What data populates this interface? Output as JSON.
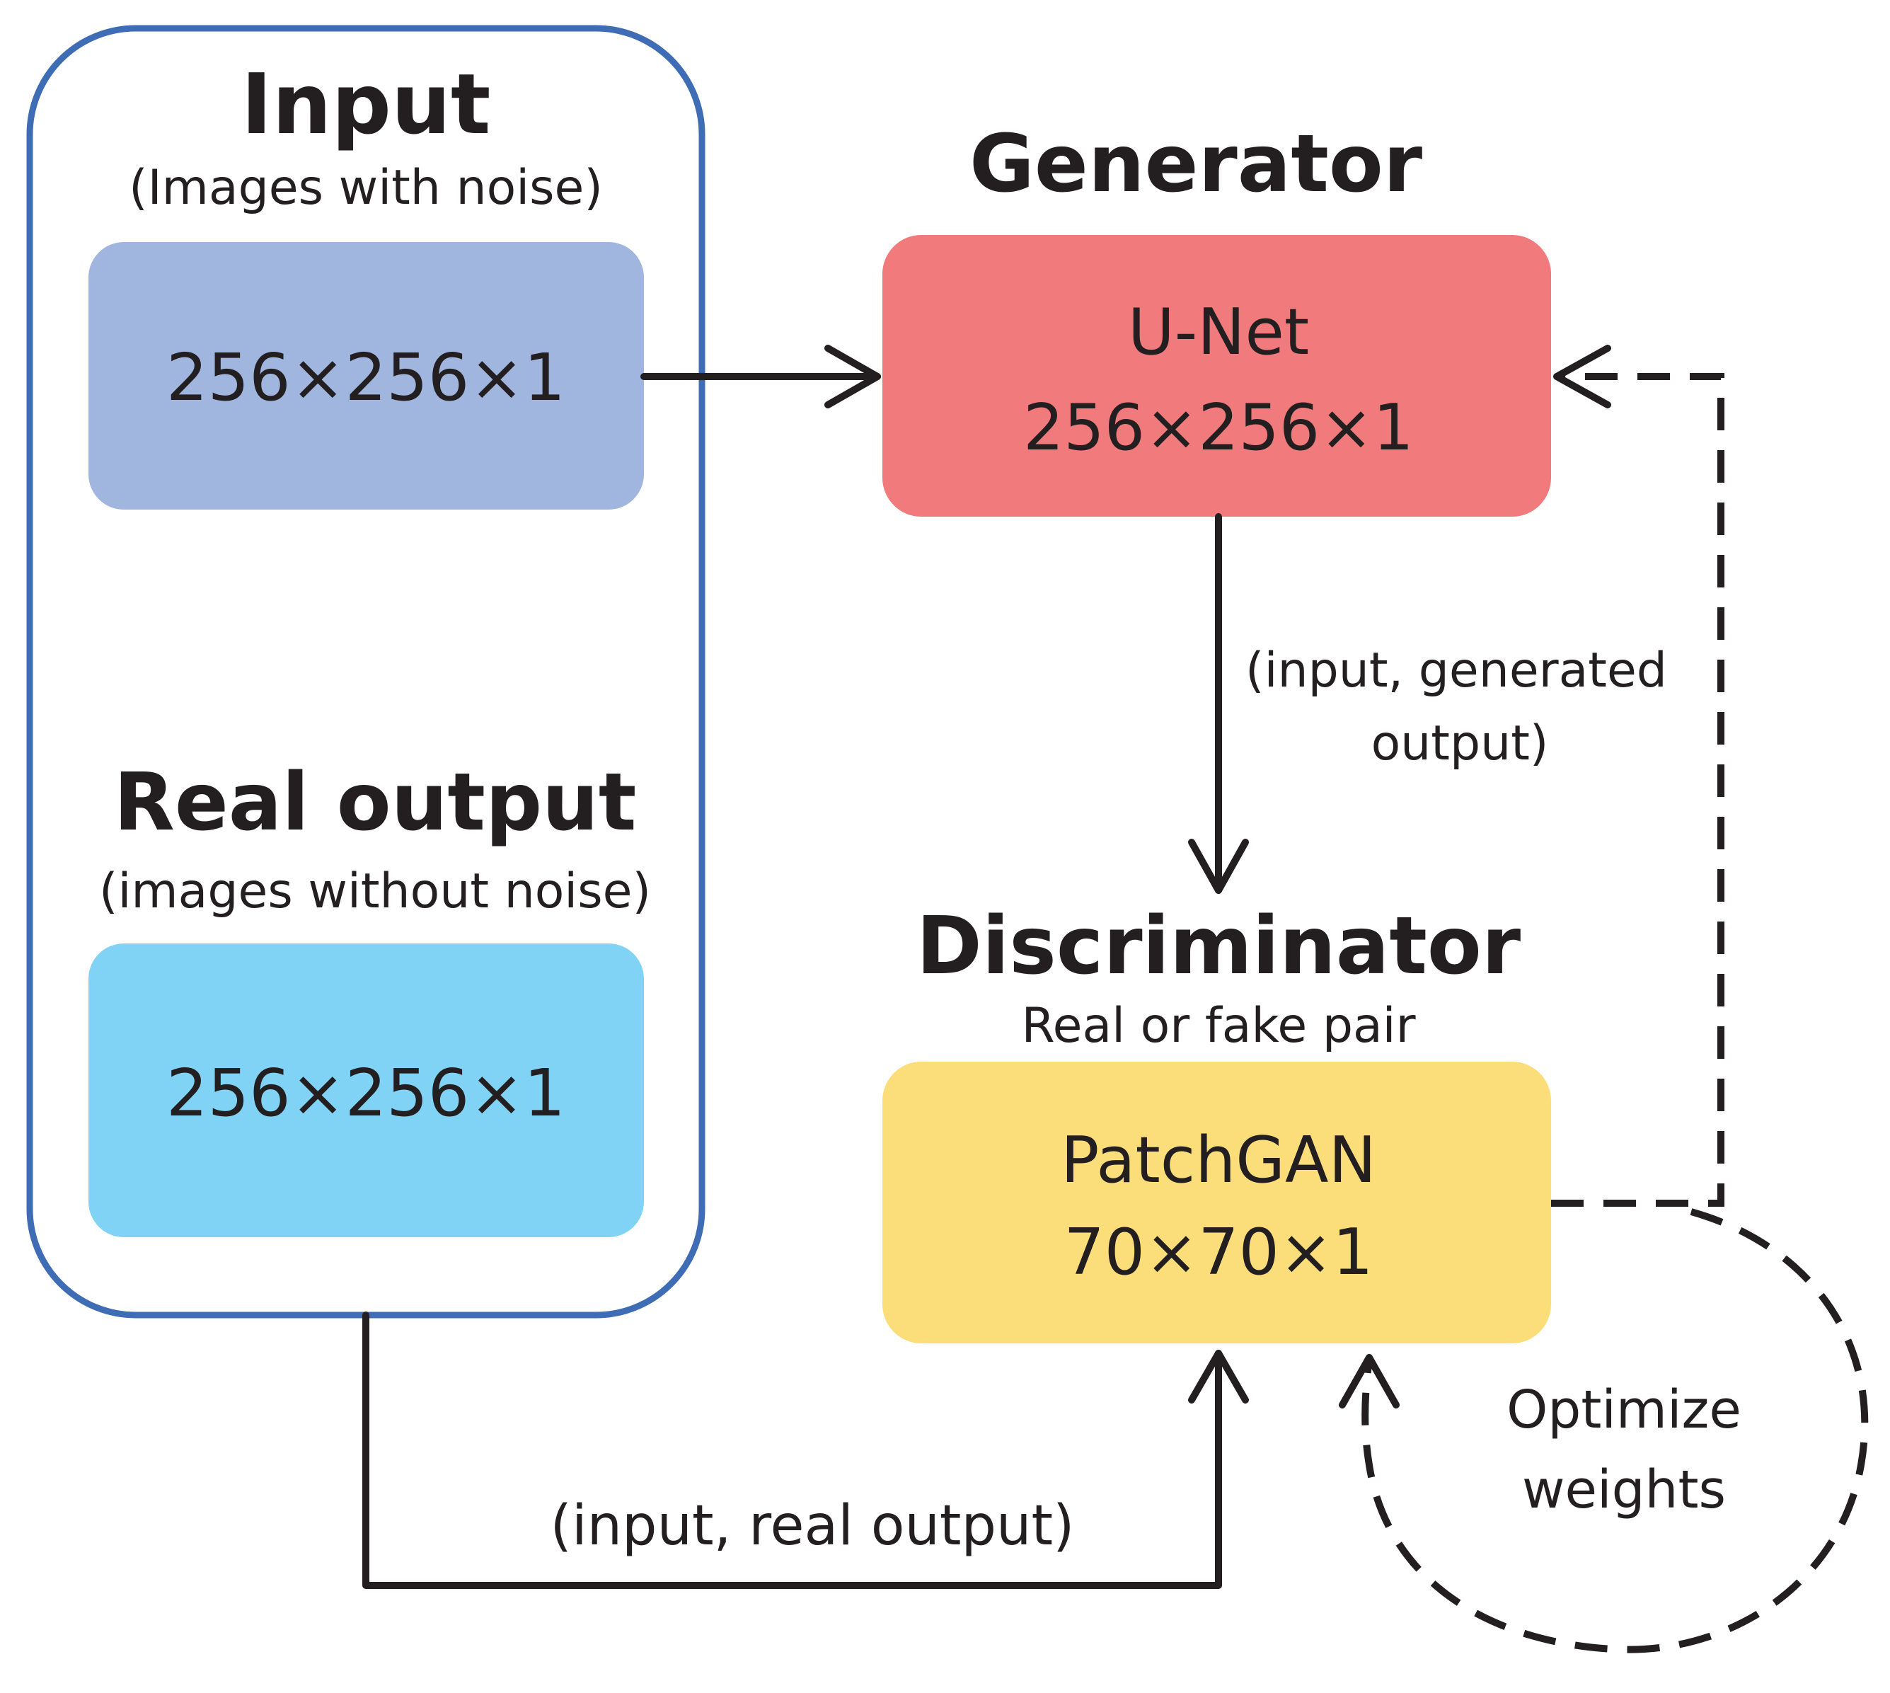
{
  "colors": {
    "input_frame": "#3e6db5",
    "input_box": "#a0b6de",
    "real_output_box": "#80d3f4",
    "generator_box": "#f17a7c",
    "discriminator_box": "#fbde7a",
    "line": "#231f20",
    "text": "#231f20"
  },
  "input": {
    "title": "Input",
    "subtitle": "(Images with noise)",
    "box_label": "256×256×1"
  },
  "real_output": {
    "title": "Real output",
    "subtitle": "(images without noise)",
    "box_label": "256×256×1"
  },
  "generator": {
    "title": "Generator",
    "box_line1": "U-Net",
    "box_line2": "256×256×1"
  },
  "discriminator": {
    "title": "Discriminator",
    "subtitle": "Real or fake pair",
    "box_line1": "PatchGAN",
    "box_line2": "70×70×1"
  },
  "edges": {
    "generated_pair_line1": "(input, generated",
    "generated_pair_line2": "output)",
    "real_pair": "(input, real output)",
    "optimize_line1": "Optimize",
    "optimize_line2": "weights"
  }
}
